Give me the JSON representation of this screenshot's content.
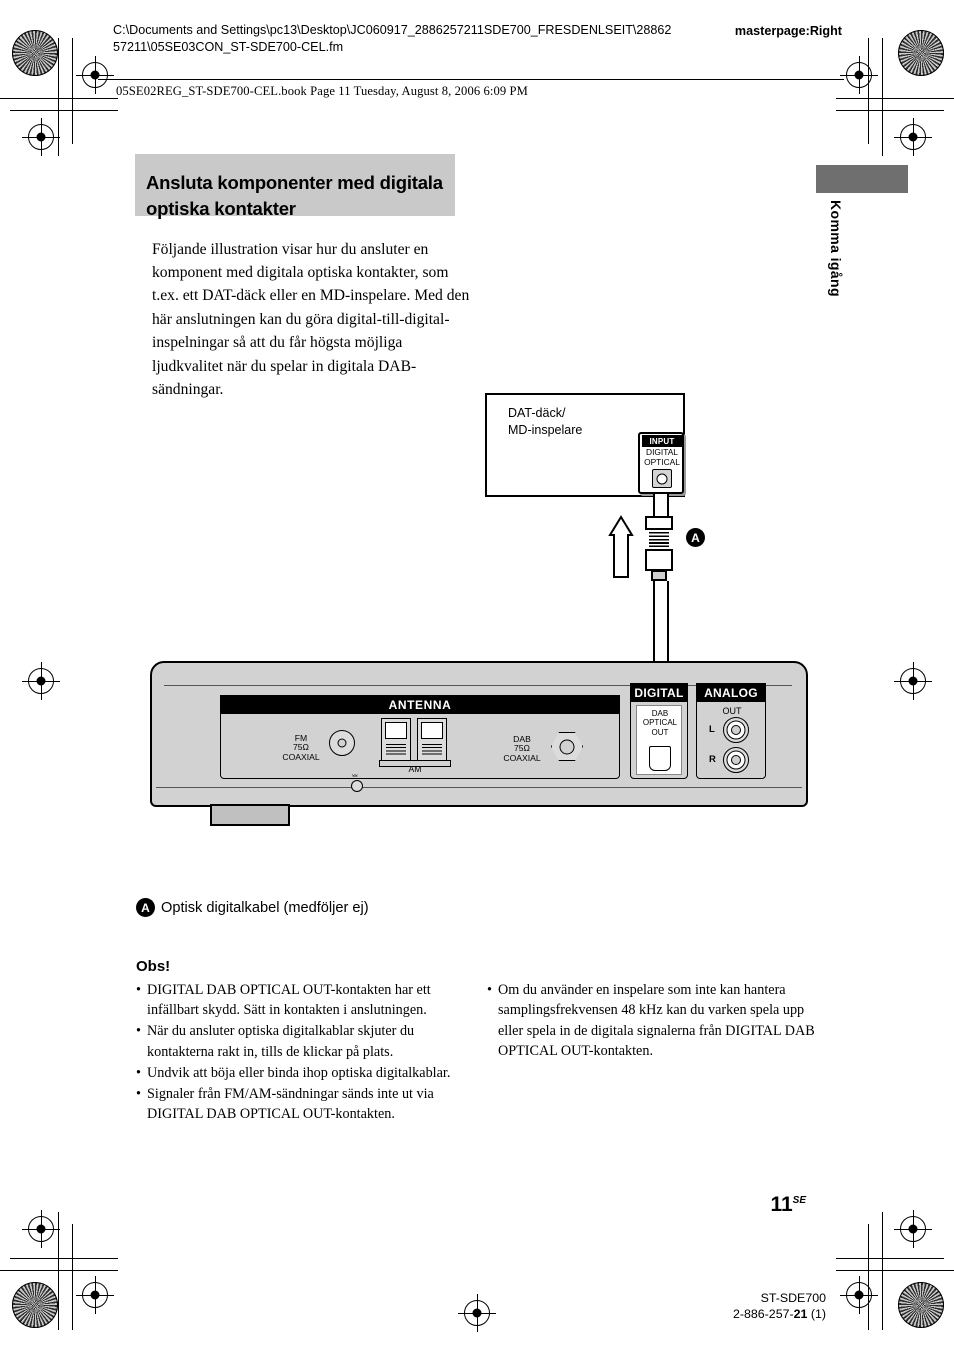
{
  "header": {
    "file_path": "C:\\Documents and Settings\\pc13\\Desktop\\JC060917_2886257211SDE700_FRESDENLSEIT\\2886257211\\05SE03CON_ST-SDE700-CEL.fm",
    "masterpage": "masterpage:Right",
    "book_line": "05SE02REG_ST-SDE700-CEL.book  Page 11  Tuesday, August 8, 2006  6:09 PM"
  },
  "side_tab": {
    "label": "Komma igång"
  },
  "title": "Ansluta komponenter med digitala optiska kontakter",
  "intro": "Följande illustration visar hur du ansluter en komponent med digitala optiska kontakter, som t.ex. ett DAT-däck eller en MD-inspelare. Med den här anslutningen kan du göra digital-till-digital-inspelningar så att du får högsta möjliga ljudkvalitet när du spelar in digitala DAB-sändningar.",
  "diagram": {
    "deck_label": "DAT-däck/\nMD-inspelare",
    "input_header": "INPUT",
    "input_text": "DIGITAL\nOPTICAL",
    "callout": "A",
    "receiver": {
      "antenna_header": "ANTENNA",
      "fm_label": "FM\n75Ω\nCOAXIAL",
      "am_label": "AM",
      "dab_label": "DAB\n75Ω\nCOAXIAL",
      "digital_header": "DIGITAL",
      "digital_jack_label": "DAB\nOPTICAL OUT",
      "analog_header": "ANALOG",
      "analog_out_label": "OUT",
      "analog_l": "L",
      "analog_r": "R"
    }
  },
  "caption": {
    "marker": "A",
    "text": "Optisk digitalkabel (medföljer ej)"
  },
  "notes": {
    "title": "Obs!",
    "bullet": "•",
    "left": [
      "DIGITAL DAB OPTICAL OUT-kontakten har ett infällbart skydd. Sätt in kontakten i anslutningen.",
      "När du ansluter optiska digitalkablar skjuter du kontakterna rakt in, tills de klickar på plats.",
      "Undvik att böja eller binda ihop optiska digitalkablar.",
      "Signaler från FM/AM-sändningar sänds inte ut via DIGITAL DAB OPTICAL OUT-kontakten."
    ],
    "right": [
      "Om du använder en inspelare som inte kan hantera samplingsfrekvensen 48 kHz kan du varken spela upp eller spela in de digitala signalerna från DIGITAL DAB OPTICAL OUT-kontakten."
    ]
  },
  "footer": {
    "page_number": "11",
    "page_suffix": "SE",
    "model": "ST-SDE700",
    "part_prefix": "2-886-257-",
    "part_bold": "21",
    "part_suffix": " (1)"
  },
  "colors": {
    "title_band": "#c9c9c9",
    "side_tab": "#6f6f6f",
    "chassis": "#d2d2d2",
    "ink": "#000000"
  }
}
